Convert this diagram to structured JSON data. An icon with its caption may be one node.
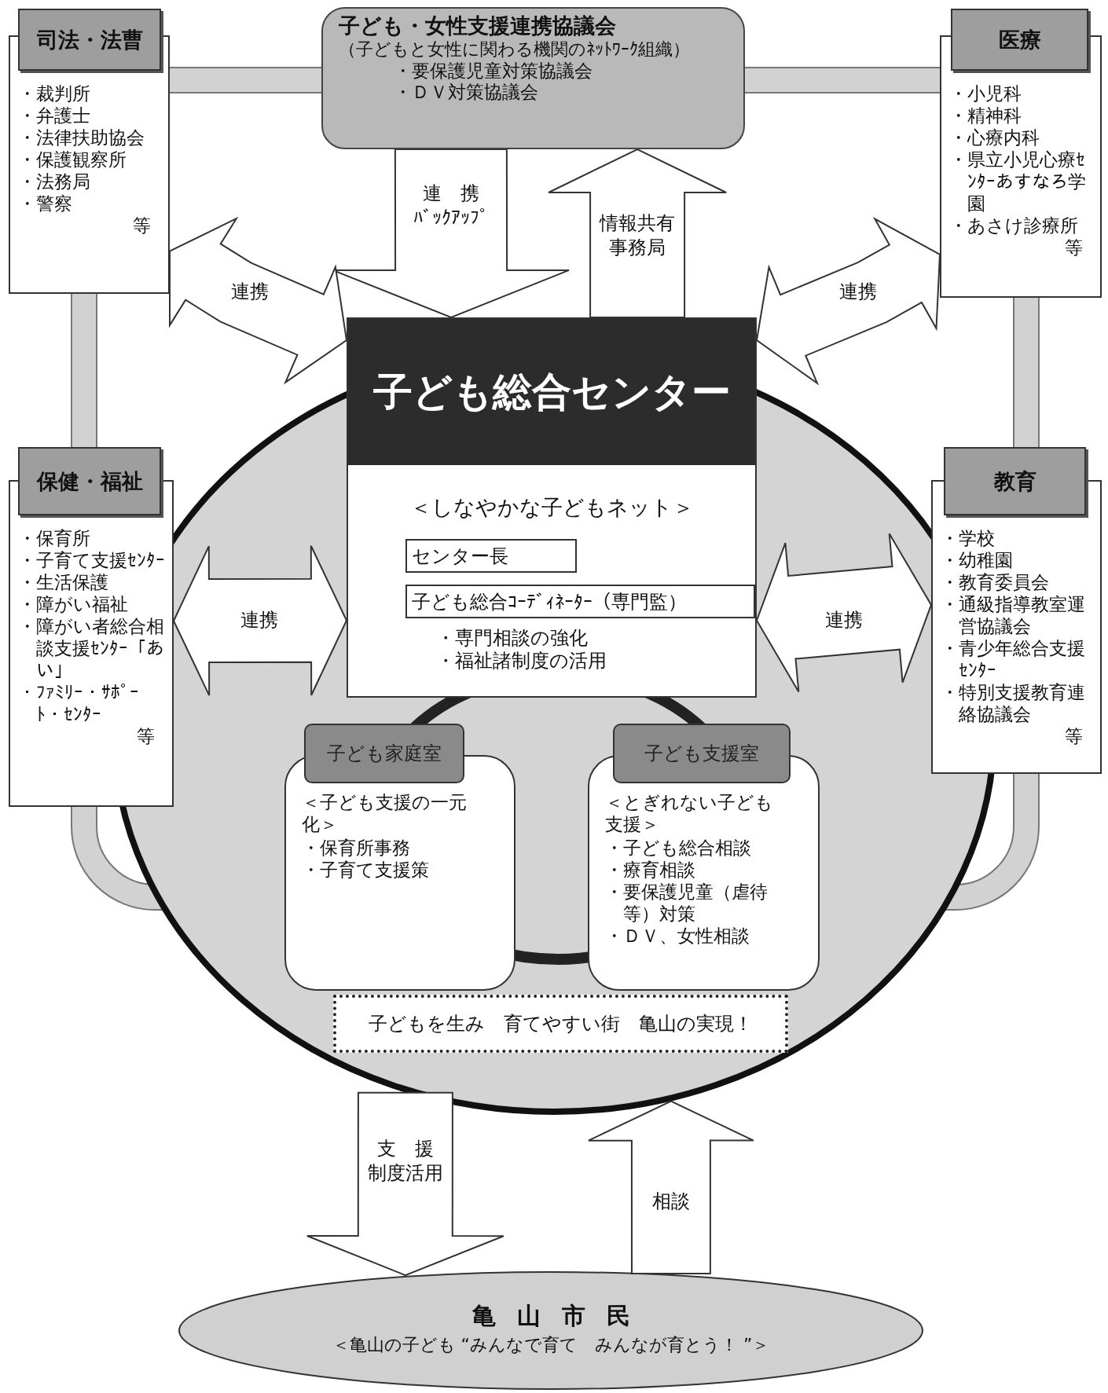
{
  "diagram": {
    "nodes": [
      {
        "text": [
          "子ども・女性支援連携協議会",
          "（子どもと女性に関わる機関のﾈｯﾄﾜｰｸ組織）",
          "・要保護児童対策協議会",
          "・ＤＶ対策協議会"
        ]
      },
      {
        "text": [
          "司法・法曹",
          "・裁判所",
          "・弁護士",
          "・法律扶助協会",
          "・保護観察所",
          "・法務局",
          "・警察",
          "等"
        ]
      },
      {
        "text": [
          "医療",
          "・小児科",
          "・精神科",
          "・心療内科",
          "・県立小児心療ｾﾝﾀｰあすなろ学園",
          "・あさけ診療所",
          "等"
        ]
      },
      {
        "text": [],
        "shape": "ellipse"
      },
      {
        "text": [
          "子ども総合センター",
          "＜しなやかな子どもネット＞",
          "・専門相談の強化",
          "・福祉諸制度の活用"
        ]
      },
      {
        "text": [
          "センター長"
        ],
        "in": 4
      },
      {
        "text": [
          "子ども総合ｺｰﾃﾞｨﾈｰﾀｰ（専門監）"
        ],
        "in": 4
      },
      {
        "text": [
          "保健・福祉",
          "・保育所",
          "・子育て支援ｾﾝﾀｰ",
          "・生活保護",
          "・障がい福祉",
          "・障がい者総合相談支援ｾﾝﾀｰ「あい」",
          "・ﾌｧﾐﾘｰ・ｻﾎﾟｰﾄ・ｾﾝﾀｰ",
          "等"
        ]
      },
      {
        "text": [
          "教育",
          "・学校",
          "・幼稚園",
          "・教育委員会",
          "・通級指導教室運営協議会",
          "・青少年総合支援ｾﾝﾀｰ",
          "・特別支援教育連絡協議会",
          "等"
        ]
      },
      {
        "text": [
          "子ども家庭室",
          "＜子ども支援の一元化＞",
          "・保育所事務",
          "・子育て支援策"
        ],
        "in": 3
      },
      {
        "text": [
          "子ども支援室",
          "＜とぎれない子ども支援＞",
          "・子ども総合相談",
          "・療育相談",
          "・要保護児童（虐待等）対策",
          "・ＤＶ、女性相談"
        ],
        "in": 3
      },
      {
        "text": [
          "子どもを生み　育てやすい街　亀山の実現！"
        ],
        "in": 3
      },
      {
        "text": [
          "亀山市民",
          "＜亀山の子ども “みんなで育て　みんなが育とう！ ”＞"
        ]
      }
    ],
    "edges": [
      {
        "from": 0,
        "to": 4,
        "arrow": "to",
        "label": "連　携ﾊﾞｯｸｱｯﾌﾟ"
      },
      {
        "from": 4,
        "to": 0,
        "arrow": "to",
        "label": "情報共有事務局"
      },
      {
        "from": 1,
        "to": 4,
        "arrow": "both",
        "label": "連携"
      },
      {
        "from": 2,
        "to": 4,
        "arrow": "both",
        "label": "連携"
      },
      {
        "from": 7,
        "to": 4,
        "arrow": "both",
        "label": "連携"
      },
      {
        "from": 8,
        "to": 4,
        "arrow": "both",
        "label": "連携"
      },
      {
        "from": 3,
        "to": 12,
        "arrow": "to",
        "label": "支　援制度活用"
      },
      {
        "from": 12,
        "to": 3,
        "arrow": "to",
        "label": "相談"
      }
    ]
  }
}
